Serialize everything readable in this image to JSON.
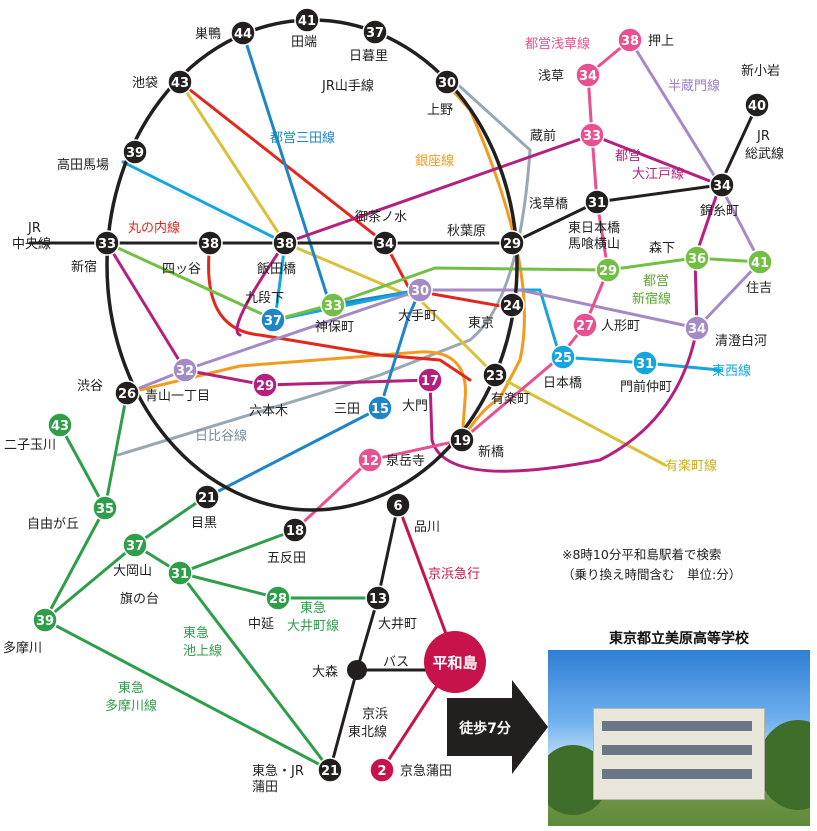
{
  "colors": {
    "yamanote": "#231f1f",
    "mita": "#1e86c8",
    "ginza": "#f29b1d",
    "hibiya": "#9aa8b3",
    "marunouchi": "#e2271c",
    "asakusa": "#e8508f",
    "hanzomon": "#a58bc5",
    "oedo": "#b51f7f",
    "shinjuku": "#72bf44",
    "tozai": "#14a6dc",
    "yurakucho": "#d9c13b",
    "keikyu": "#c7134a",
    "tokyu": "#2e9e4a",
    "sobu": "#231f1f",
    "chuo": "#231f1f",
    "oimachi": "#2e9e4a"
  },
  "lines": {
    "jr_yamanote": "JR山手線",
    "toei_mita": "都営三田線",
    "ginza": "銀座線",
    "hibiya": "日比谷線",
    "marunouchi": "丸の内線",
    "toei_asakusa": "都営浅草線",
    "hanzomon": "半蔵門線",
    "toei_oedo": "都営\n大江戸線",
    "toei_shinjuku": "都営\n新宿線",
    "tozai": "東西線",
    "yurakucho": "有楽町線",
    "keikyu": "京浜急行",
    "jr_sobu": "JR\n総武線",
    "jr_chuo": "JR\n中央線",
    "tokyu_oimachi": "東急\n大井町線",
    "tokyu_ikegami": "東急\n池上線",
    "tokyu_tamagawa": "東急\n多摩川線",
    "keihin_tohoku": "京浜\n東北線",
    "bus": "バス"
  },
  "stations": [
    {
      "id": "sugamo",
      "name": "巣鴨",
      "minutes": "44",
      "color": "#231f1f"
    },
    {
      "id": "tabata",
      "name": "田端",
      "minutes": "41",
      "color": "#231f1f"
    },
    {
      "id": "nippori",
      "name": "日暮里",
      "minutes": "37",
      "color": "#231f1f"
    },
    {
      "id": "ueno",
      "name": "上野",
      "minutes": "30",
      "color": "#231f1f"
    },
    {
      "id": "ikebukuro",
      "name": "池袋",
      "minutes": "43",
      "color": "#231f1f"
    },
    {
      "id": "takadanobaba",
      "name": "高田馬場",
      "minutes": "39",
      "color": "#231f1f"
    },
    {
      "id": "shinjuku",
      "name": "新宿",
      "minutes": "33",
      "color": "#231f1f"
    },
    {
      "id": "yotsuya",
      "name": "四ッ谷",
      "minutes": "38",
      "color": "#231f1f"
    },
    {
      "id": "iidabashi",
      "name": "飯田橋",
      "minutes": "38",
      "color": "#231f1f"
    },
    {
      "id": "ochanomizu",
      "name": "御茶ノ水",
      "minutes": "34",
      "color": "#231f1f"
    },
    {
      "id": "akihabara",
      "name": "秋葉原",
      "minutes": "29",
      "color": "#231f1f"
    },
    {
      "id": "kudanshita",
      "name": "九段下",
      "minutes": "37",
      "color": "#1e86c8"
    },
    {
      "id": "jimbocho",
      "name": "神保町",
      "minutes": "33",
      "color": "#72bf44"
    },
    {
      "id": "otemachi",
      "name": "大手町",
      "minutes": "30",
      "color": "#a58bc5"
    },
    {
      "id": "tokyo",
      "name": "東京",
      "minutes": "24",
      "color": "#231f1f"
    },
    {
      "id": "shibuya",
      "name": "渋谷",
      "minutes": "26",
      "color": "#231f1f"
    },
    {
      "id": "aoyama",
      "name": "青山一丁目",
      "minutes": "32",
      "color": "#a58bc5"
    },
    {
      "id": "roppongi",
      "name": "六本木",
      "minutes": "29",
      "color": "#b51f7f"
    },
    {
      "id": "mita",
      "name": "三田",
      "minutes": "15",
      "color": "#1e86c8"
    },
    {
      "id": "daimon",
      "name": "大門",
      "minutes": "17",
      "color": "#b51f7f"
    },
    {
      "id": "yurakucho",
      "name": "有楽町",
      "minutes": "23",
      "color": "#231f1f"
    },
    {
      "id": "shimbashi",
      "name": "新橋",
      "minutes": "19",
      "color": "#231f1f"
    },
    {
      "id": "sengakuji",
      "name": "泉岳寺",
      "minutes": "12",
      "color": "#e8508f"
    },
    {
      "id": "nihombashi",
      "name": "日本橋",
      "minutes": "25",
      "color": "#14a6dc"
    },
    {
      "id": "ningyocho",
      "name": "人形町",
      "minutes": "27",
      "color": "#e8508f"
    },
    {
      "id": "monzen",
      "name": "門前仲町",
      "minutes": "31",
      "color": "#14a6dc"
    },
    {
      "id": "kiyosumi",
      "name": "清澄白河",
      "minutes": "34",
      "color": "#a58bc5"
    },
    {
      "id": "morishita",
      "name": "森下",
      "minutes": "36",
      "color": "#72bf44"
    },
    {
      "id": "sumiyoshi",
      "name": "住吉",
      "minutes": "41",
      "color": "#72bf44"
    },
    {
      "id": "bakuro",
      "name": "東日本橋\n馬喰横山",
      "minutes": "29",
      "color": "#72bf44"
    },
    {
      "id": "asakusabashi",
      "name": "浅草橋",
      "minutes": "31",
      "color": "#231f1f"
    },
    {
      "id": "kinshicho",
      "name": "錦糸町",
      "minutes": "34",
      "color": "#231f1f"
    },
    {
      "id": "shinkoiwa",
      "name": "新小岩",
      "minutes": "40",
      "color": "#231f1f"
    },
    {
      "id": "kuramae",
      "name": "蔵前",
      "minutes": "33",
      "color": "#e8508f"
    },
    {
      "id": "asakusa",
      "name": "浅草",
      "minutes": "34",
      "color": "#e8508f"
    },
    {
      "id": "oshiage",
      "name": "押上",
      "minutes": "38",
      "color": "#e8508f"
    },
    {
      "id": "meguro",
      "name": "目黒",
      "minutes": "21",
      "color": "#231f1f"
    },
    {
      "id": "gotanda",
      "name": "五反田",
      "minutes": "18",
      "color": "#231f1f"
    },
    {
      "id": "shinagawa",
      "name": "品川",
      "minutes": "6",
      "color": "#231f1f"
    },
    {
      "id": "oimachi",
      "name": "大井町",
      "minutes": "13",
      "color": "#231f1f"
    },
    {
      "id": "futakotamagawa",
      "name": "二子玉川",
      "minutes": "43",
      "color": "#2e9e4a"
    },
    {
      "id": "jiyugaoka",
      "name": "自由が丘",
      "minutes": "35",
      "color": "#2e9e4a"
    },
    {
      "id": "ookayama",
      "name": "大岡山",
      "minutes": "37",
      "color": "#2e9e4a"
    },
    {
      "id": "hatanodai",
      "name": "旗の台",
      "minutes": "31",
      "color": "#2e9e4a"
    },
    {
      "id": "nakanobu",
      "name": "中延",
      "minutes": "28",
      "color": "#2e9e4a"
    },
    {
      "id": "tamagawa",
      "name": "多摩川",
      "minutes": "39",
      "color": "#2e9e4a"
    },
    {
      "id": "kamata",
      "name": "東急・JR\n蒲田",
      "minutes": "21",
      "color": "#231f1f"
    },
    {
      "id": "keikyukamata",
      "name": "京急蒲田",
      "minutes": "2",
      "color": "#c7134a"
    }
  ],
  "omori": "大森",
  "heiwajima": "平和島",
  "walk": "徒歩7分",
  "school": "東京都立美原高等学校",
  "note_line1": "※8時10分平和島駅着で検索",
  "note_line2": "（乗り換え時間含む　単位:分）"
}
